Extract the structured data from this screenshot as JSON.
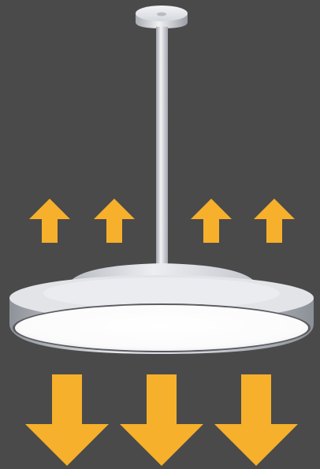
{
  "colors": {
    "background": "#4a4a4a",
    "arrow": "#f6b02b",
    "housing_light": "#e9eaee",
    "housing_mid": "#c2c5cc",
    "housing_dark": "#8f939b",
    "diffuser": "#ffffff"
  },
  "illustration": {
    "subject": "pendant-luminaire",
    "uplight_arrow_count": 4,
    "downlight_arrow_count": 3,
    "icons": {
      "uplight": "arrow-up-icon",
      "downlight": "arrow-down-icon"
    }
  }
}
